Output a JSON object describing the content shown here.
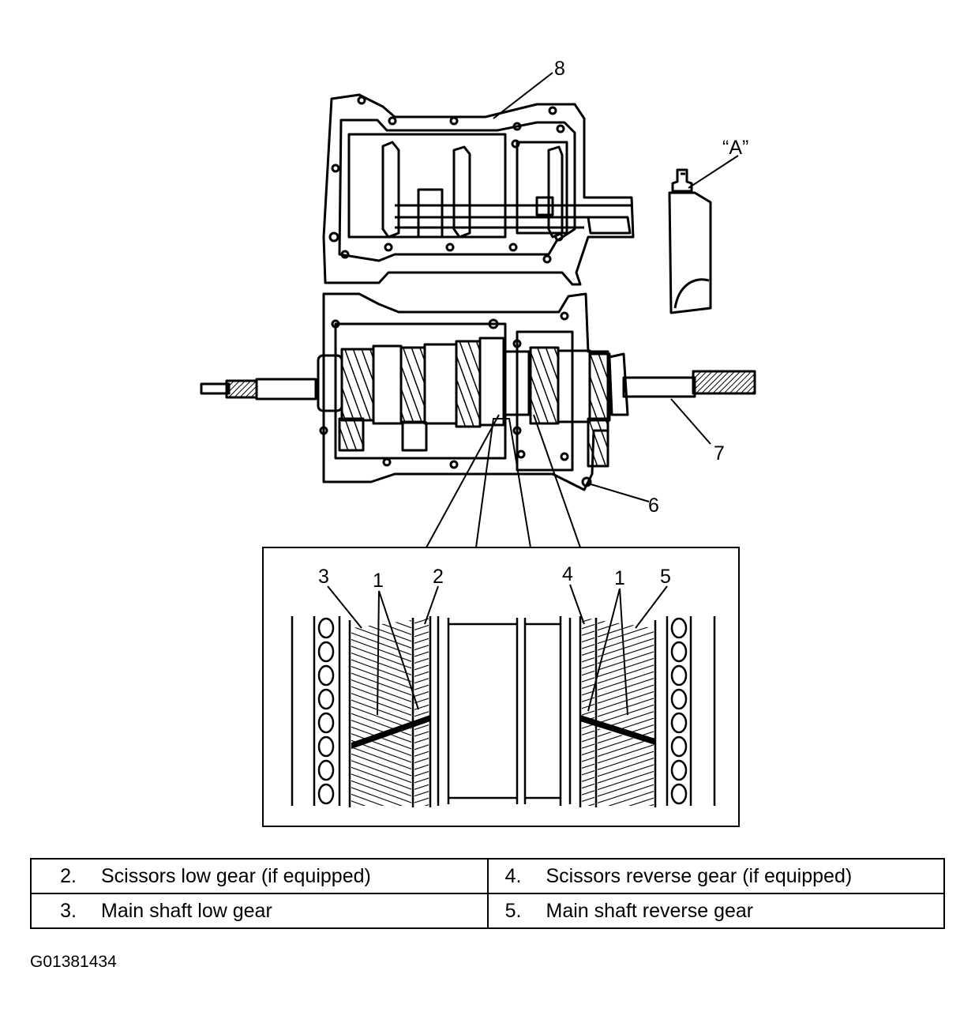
{
  "callouts": {
    "c8": "8",
    "cA": "“A”",
    "c7": "7",
    "c6": "6",
    "c3": "3",
    "c1a": "1",
    "c2": "2",
    "c4": "4",
    "c1b": "1",
    "c5": "5"
  },
  "legend": {
    "rows": [
      {
        "left": {
          "num": "2.",
          "text": "Scissors low gear (if equipped)"
        },
        "right": {
          "num": "4.",
          "text": "Scissors reverse gear (if equipped)"
        }
      },
      {
        "left": {
          "num": "3.",
          "text": "Main shaft low gear"
        },
        "right": {
          "num": "5.",
          "text": "Main shaft reverse gear"
        }
      }
    ]
  },
  "figure_id": "G01381434",
  "icons": [
    "transmission-upper-case-drawing",
    "sealant-tube-drawing",
    "transmission-lower-case-drawing",
    "gear-detail-inset-drawing"
  ]
}
